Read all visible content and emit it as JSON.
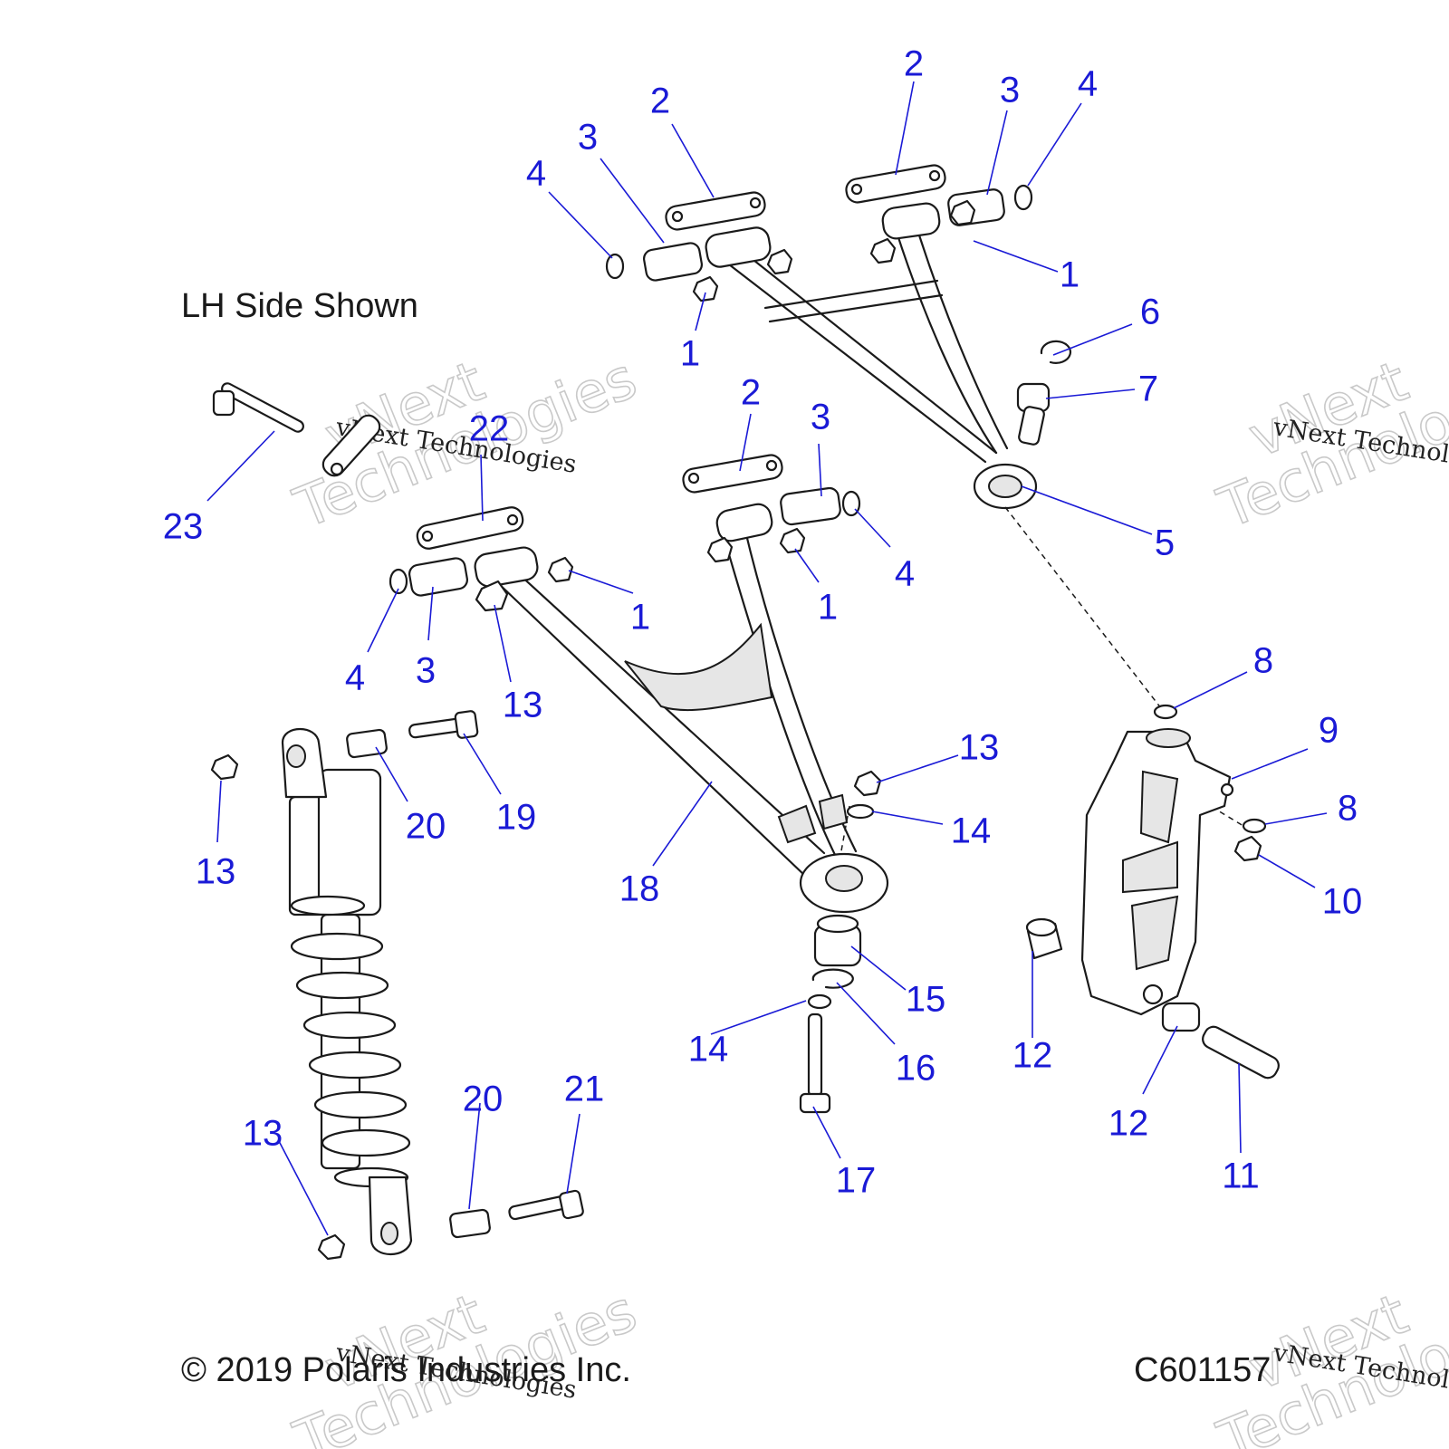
{
  "diagram": {
    "side_note": "LH Side Shown",
    "copyright": "© 2019 Polaris Industries Inc.",
    "figure_id": "C601157",
    "watermark": {
      "brand_line1": "vNext",
      "brand_line2": "Technologies",
      "tagline": "vNext Technologies"
    },
    "colors": {
      "callout": "#1a1ad6",
      "line_art": "#1a1a1a"
    },
    "callouts": [
      "2",
      "3",
      "4",
      "1",
      "2",
      "3",
      "4",
      "1",
      "6",
      "7",
      "5",
      "22",
      "23",
      "2",
      "3",
      "4",
      "1",
      "1",
      "4",
      "3",
      "13",
      "8",
      "9",
      "13",
      "14",
      "8",
      "10",
      "13",
      "20",
      "19",
      "18",
      "15",
      "12",
      "14",
      "16",
      "12",
      "11",
      "17",
      "13",
      "20",
      "21"
    ]
  }
}
